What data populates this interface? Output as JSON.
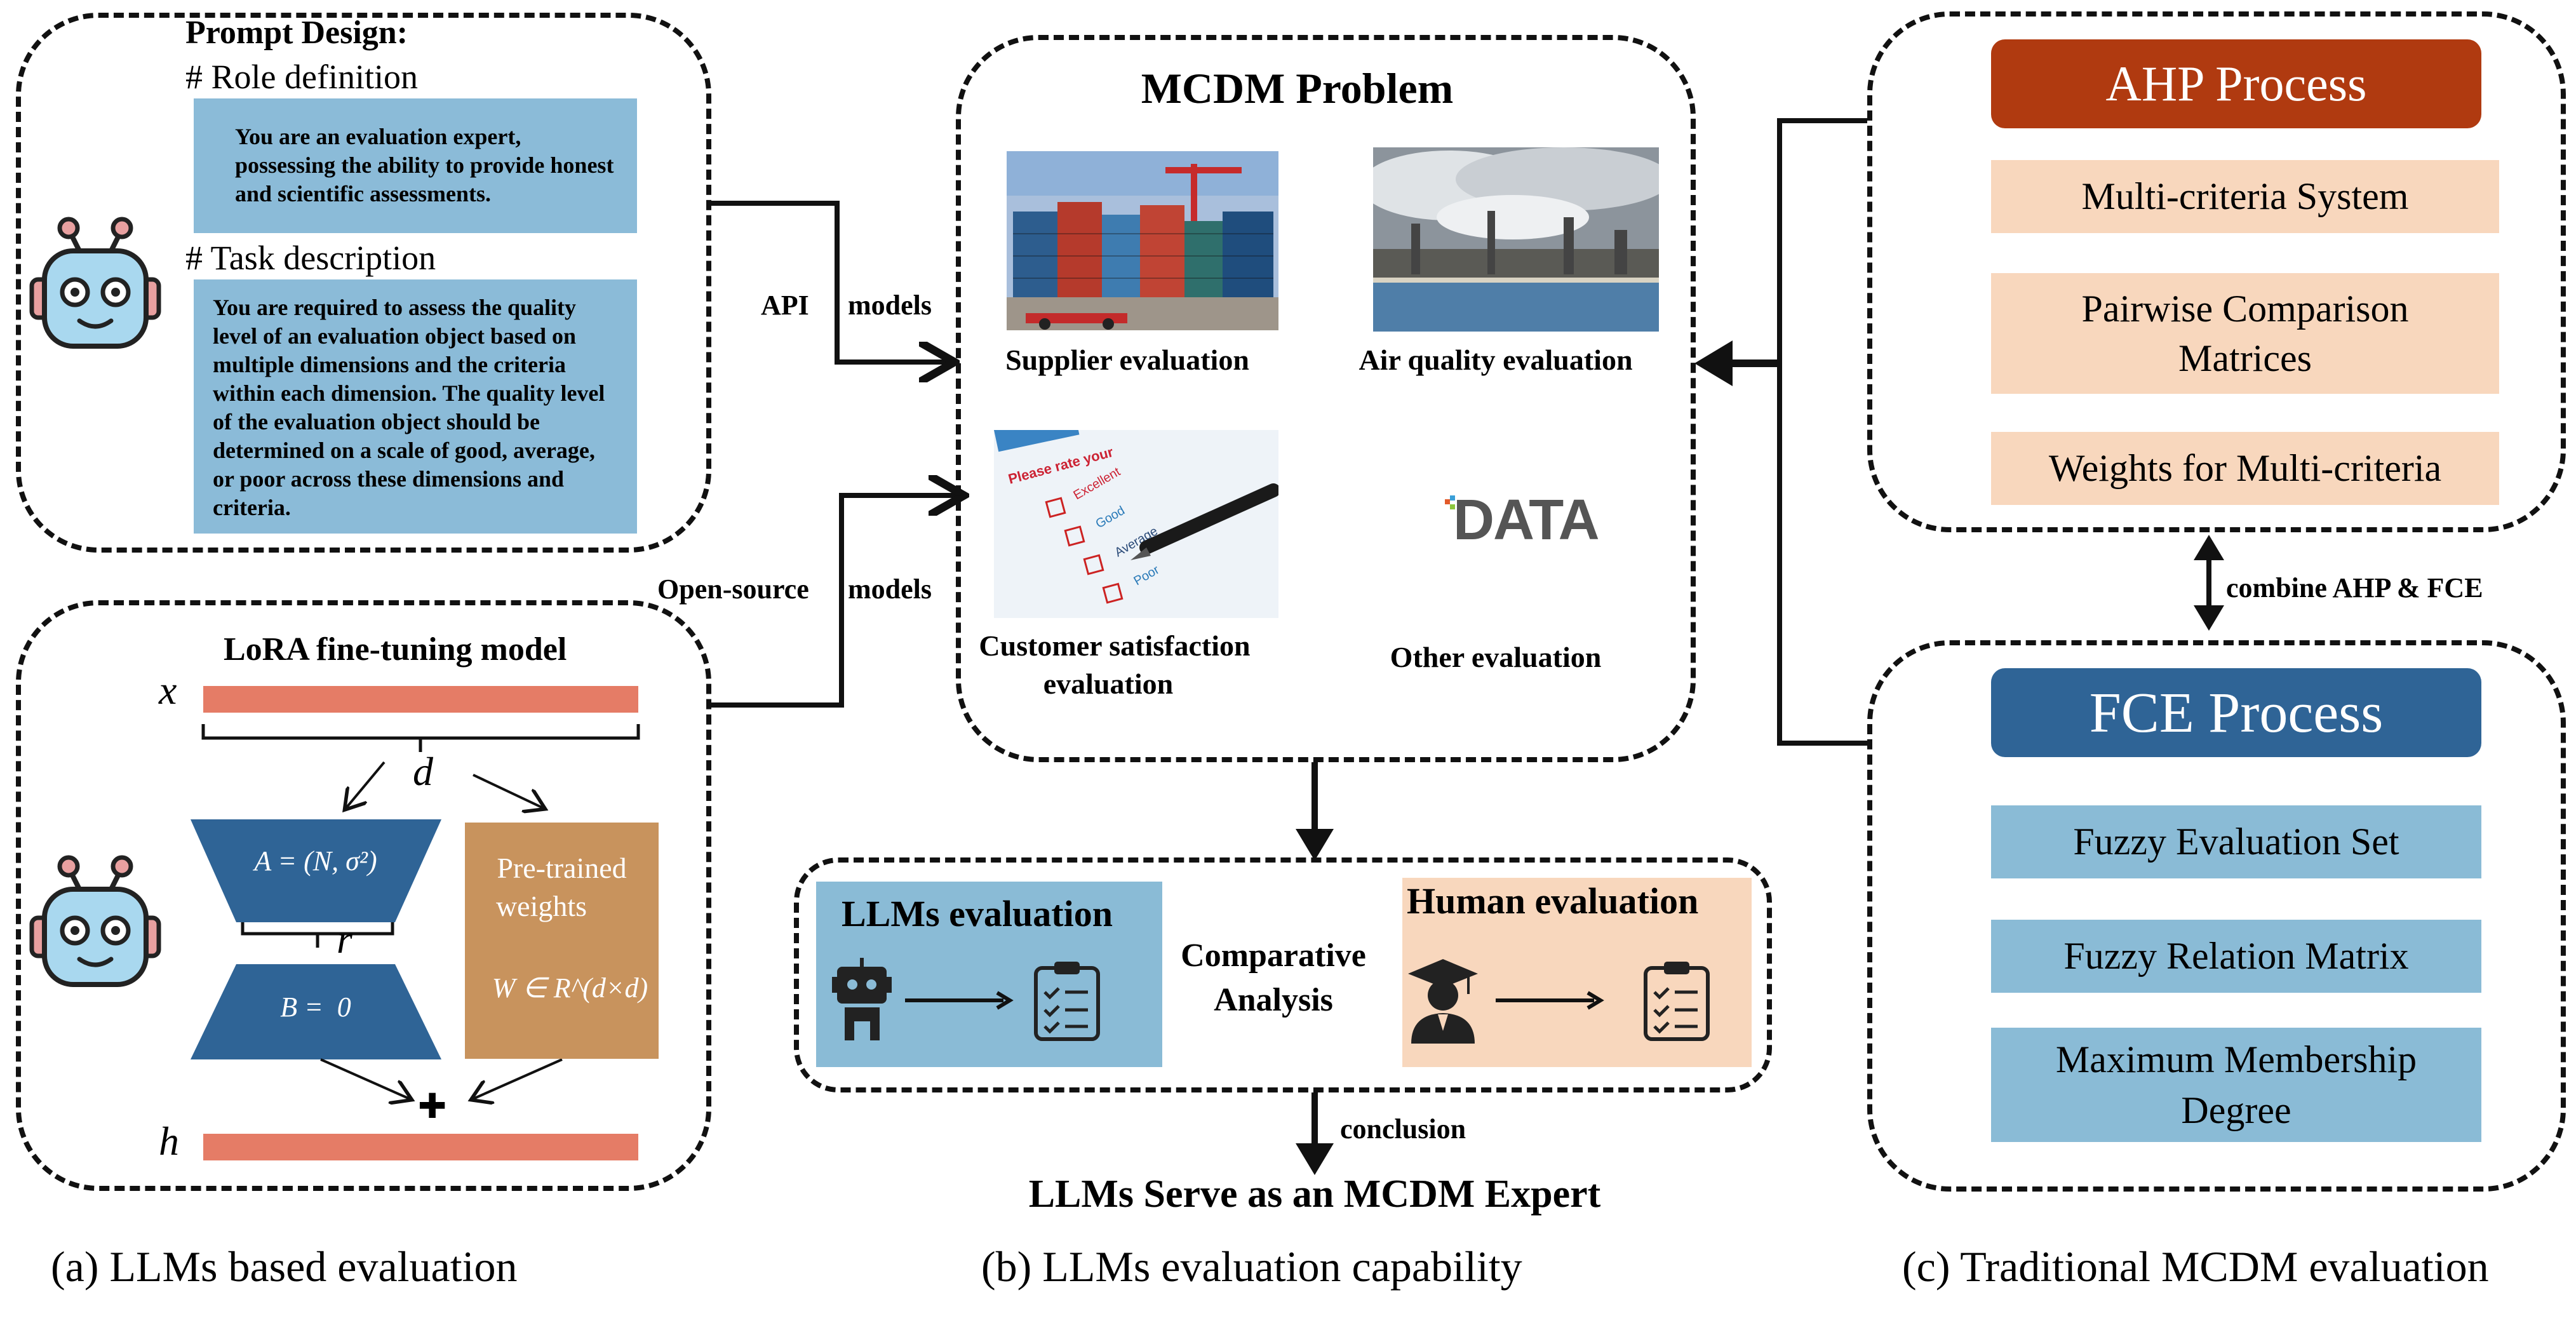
{
  "panel_a": {
    "prompt_title": "Prompt Design:",
    "role_heading": "# Role definition",
    "role_text": "You are an evaluation expert, possessing the ability to provide honest and scientific assessments.",
    "task_heading": "# Task description",
    "task_text": "You are required to assess the quality level of an evaluation object based on multiple dimensions and the criteria within each dimension. The quality level of the evaluation object should be determined on a scale of good, average, or poor across these dimensions and criteria.",
    "lora_title": "LoRA fine-tuning model",
    "x_label": "x",
    "d_label": "d",
    "a_label": "A = (N, σ²)",
    "r_label": "r",
    "b_label": "B =  0",
    "pretrained_line1": "Pre-trained",
    "pretrained_line2": "weights",
    "w_label": "W ∈ R^(d×d)",
    "plus": "✚",
    "h_label": "h",
    "caption": "(a) LLMs based evaluation"
  },
  "links": {
    "api": "API",
    "api_models": "models",
    "open_source": "Open-source",
    "open_models": "models",
    "combine": "combine AHP & FCE",
    "conclusion": "conclusion"
  },
  "panel_b": {
    "title": "MCDM Problem",
    "supplier": "Supplier evaluation",
    "air": "Air quality evaluation",
    "customer_line1": "Customer satisfaction",
    "customer_line2": "evaluation",
    "other": "Other evaluation",
    "data_logo": "DATA",
    "survey_words": [
      "Please rate your",
      "Excellent",
      "Good",
      "Average",
      "Poor"
    ],
    "llm_eval": "LLMs evaluation",
    "comparative_line1": "Comparative",
    "comparative_line2": "Analysis",
    "human_eval": "Human evaluation",
    "expert": "LLMs Serve as an MCDM Expert",
    "caption": "(b) LLMs evaluation capability"
  },
  "panel_c": {
    "ahp_title": "AHP Process",
    "ahp_items": [
      "Multi-criteria System",
      "Pairwise Comparison Matrices",
      "Weights for Multi-criteria"
    ],
    "fce_title": "FCE Process",
    "fce_items": [
      "Fuzzy Evaluation Set",
      "Fuzzy Relation Matrix",
      "Maximum Membership Degree"
    ],
    "caption": "(c) Traditional MCDM evaluation"
  },
  "colors": {
    "ahp_header": "#b03a10",
    "fce_header": "#2f6496",
    "lora_bar": "#e57c66",
    "trapezoid": "#2f6496",
    "pretrained": "#c8935d",
    "prompt_box": "#8bbbd8",
    "peach": "#f8d7bd"
  }
}
